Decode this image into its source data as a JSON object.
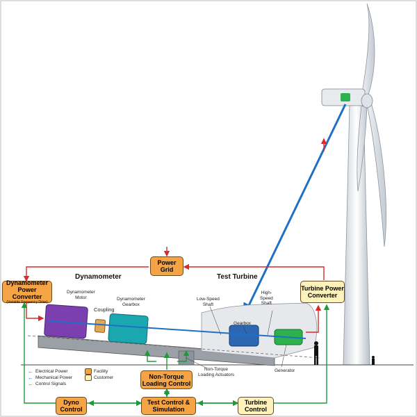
{
  "boxes": {
    "power_grid": {
      "line1": "Power",
      "line2": "Grid"
    },
    "dyno_converter": {
      "line1": "Dynamometer",
      "line2": "Power Converter",
      "sub": "(Variable Frequency Drive)"
    },
    "turbine_converter": {
      "line1": "Turbine Power",
      "line2": "Converter"
    },
    "ntl_control": {
      "line1": "Non-Torque",
      "line2": "Loading Control"
    },
    "dyno_control": {
      "line1": "Dyno",
      "line2": "Control"
    },
    "test_control": {
      "line1": "Test Control &",
      "line2": "Simulation"
    },
    "turbine_control": {
      "line1": "Turbine",
      "line2": "Control"
    }
  },
  "titles": {
    "dynamometer": "Dynamometer",
    "test_turbine": "Test Turbine"
  },
  "labels": {
    "dyno_motor": [
      "Dynamometer",
      "Motor"
    ],
    "coupling": "Coupling",
    "dyno_gearbox": [
      "Dynamometer",
      "Gearbox"
    ],
    "low_speed_shaft": [
      "Low-Speed",
      "Shaft"
    ],
    "high_speed_shaft": [
      "High-",
      "Speed",
      "Shaft"
    ],
    "gearbox": "Gearbox",
    "generator": "Generator",
    "ntl_actuators": [
      "Non-Torque",
      "Loading Actuators"
    ]
  },
  "legend": {
    "arrows": [
      {
        "label": "Electrical Power",
        "color": "#d92b2b"
      },
      {
        "label": "Mechanical Power",
        "color": "#1f6fc4"
      },
      {
        "label": "Control Signals",
        "color": "#1f9a3b"
      }
    ],
    "swatches": [
      {
        "label": "Facility",
        "color": "#f5a445"
      },
      {
        "label": "Customer",
        "color": "#fdf2bb"
      }
    ]
  },
  "colors": {
    "electrical": "#d92b2b",
    "mechanical": "#1f6fc4",
    "control": "#1f9a3b"
  }
}
